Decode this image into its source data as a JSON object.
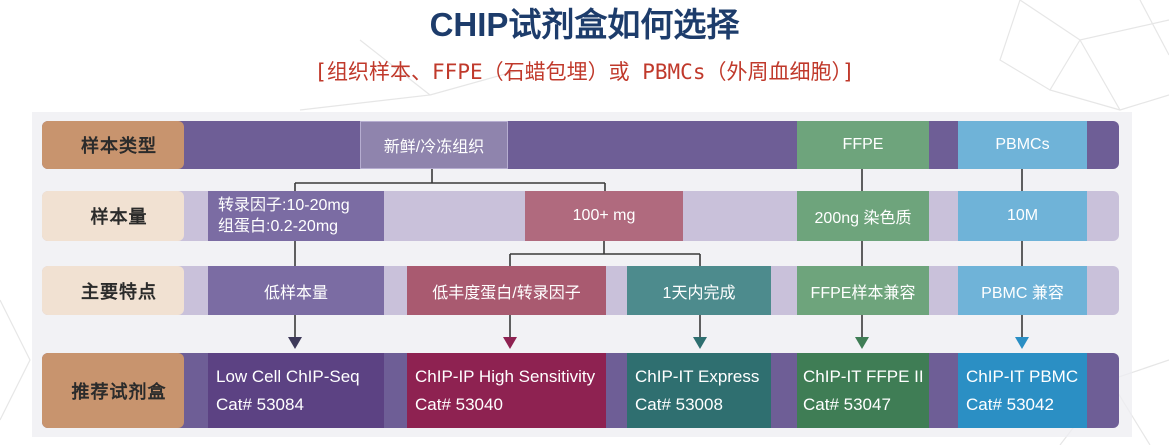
{
  "title": "CHIP试剂盒如何选择",
  "subtitle": "[组织样本、FFPE（石蜡包埋）或 PBMCs（外周血细胞）]",
  "row_labels": {
    "sample_type": "样本类型",
    "sample_amount": "样本量",
    "key_feature": "主要特点",
    "recommended_kit": "推荐试剂盒"
  },
  "sample_types": [
    {
      "label": "新鲜/冷冻组织"
    },
    {
      "label": "FFPE"
    },
    {
      "label": "PBMCs"
    }
  ],
  "sample_amounts": [
    {
      "lines": [
        "转录因子:10-20mg",
        "组蛋白:0.2-20mg"
      ]
    },
    {
      "label": "100+ mg"
    },
    {
      "label": "200ng 染色质"
    },
    {
      "label": "10M"
    }
  ],
  "key_features": [
    "低样本量",
    "低丰度蛋白/转录因子",
    "1天内完成",
    "FFPE样本兼容",
    "PBMC 兼容"
  ],
  "kits": [
    {
      "name": "Low Cell ChIP-Seq",
      "cat": "Cat# 53084"
    },
    {
      "name": "ChIP-IP High Sensitivity",
      "cat": "Cat# 53040"
    },
    {
      "name": "ChIP-IT Express",
      "cat": "Cat# 53008"
    },
    {
      "name": "ChIP-IT FFPE II",
      "cat": "Cat# 53047"
    },
    {
      "name": "ChIP-IT PBMC",
      "cat": "Cat# 53042"
    }
  ],
  "colors": {
    "title": "#1d3c6b",
    "subtitle": "#c0392b",
    "row_label_dark": "#c8946e",
    "row_label_light": "#f1e1d2",
    "band_dark": "#6e5e96",
    "band_light": "#c9c1da",
    "fresh_tissue": "#8f84ad",
    "low_input": "#7b6ca3",
    "high_input": "#b06a7e",
    "high_sensitivity": "#a95a70",
    "express": "#4d8b8d",
    "ffpe": "#6ea47c",
    "pbmc": "#6fb3d8",
    "kit_low_cell": "#5c4283",
    "kit_high_sensitivity": "#8e2251",
    "kit_express": "#2f6f70",
    "kit_ffpe": "#3f7d55",
    "kit_pbmc": "#2b8fc4",
    "arrow_low_cell": "#3e3a5a",
    "connector": "#3a3a3a"
  }
}
